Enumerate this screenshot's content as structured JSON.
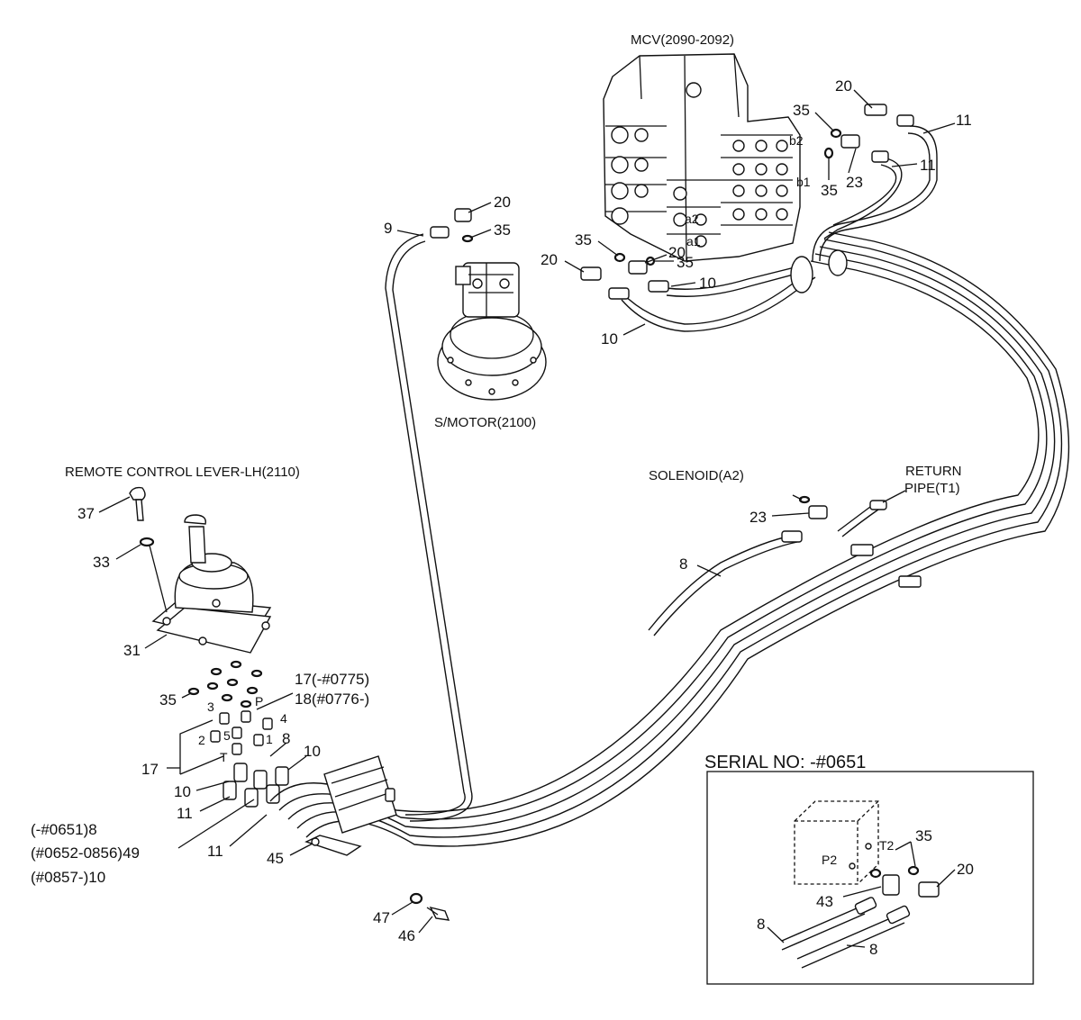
{
  "components": {
    "mcv": "MCV(2090-2092)",
    "swing_motor": "S/MOTOR(2100)",
    "remote_lever": "REMOTE CONTROL LEVER-LH(2110)",
    "solenoid": "SOLENOID(A2)",
    "return_pipe_1": "RETURN",
    "return_pipe_2": "PIPE(T1)"
  },
  "ports": {
    "b2": "b2",
    "b1": "b1",
    "a2": "a2",
    "a1": "a1",
    "p3": "3",
    "pP": "P",
    "p4": "4",
    "p2": "2",
    "p5": "5",
    "p1": "1",
    "pT": "T",
    "p2_box": "P2",
    "t2_box": "T2"
  },
  "callouts": {
    "c20_top": "20",
    "c35_top": "35",
    "c11_top": "11",
    "c11_mid": "11",
    "c35_b1": "35",
    "c23_b1": "23",
    "c9": "9",
    "c20_motor": "20",
    "c35_motor": "35",
    "c35_a2": "35",
    "c20_a1": "20",
    "c35_a1": "35",
    "c20_a1b": "20",
    "c10_mid": "10",
    "c10_low": "10",
    "c23_sol": "23",
    "c8_main": "8",
    "c37": "37",
    "c33": "33",
    "c31": "31",
    "c35_lever": "35",
    "c17_top": "17(-#0775)",
    "c18": "18(#0776-)",
    "c8_lever": "8",
    "c10_lever": "10",
    "c17_left": "17",
    "c10_left": "10",
    "c11_left": "11",
    "c11_bottom": "11",
    "c45": "45",
    "c47": "47",
    "c46": "46",
    "serial_8": "(-#0651)8",
    "serial_49": "(#0652-0856)49",
    "serial_10": "(#0857-)10"
  },
  "inset": {
    "title": "SERIAL NO: -#0651",
    "c35": "35",
    "c20": "20",
    "c43": "43",
    "c8_left": "8",
    "c8_right": "8"
  }
}
